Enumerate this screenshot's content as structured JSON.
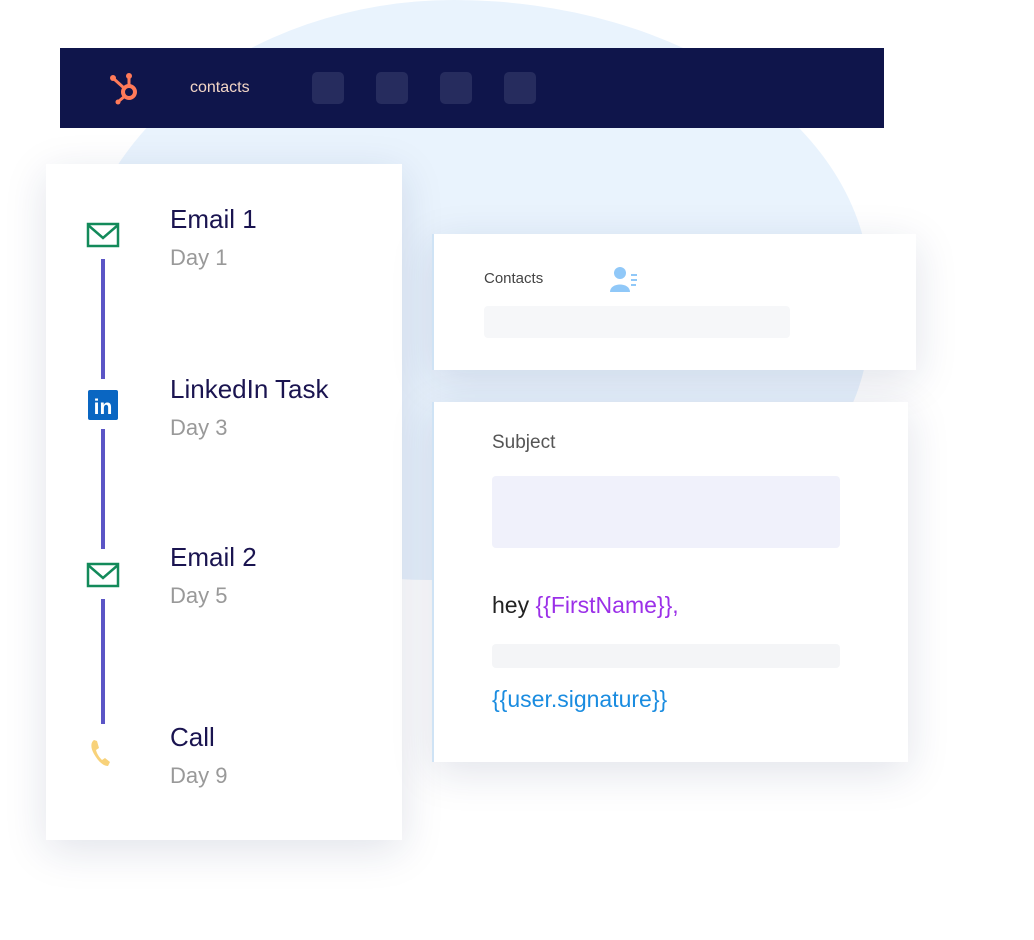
{
  "nav": {
    "label": "contacts"
  },
  "steps": [
    {
      "title": "Email 1",
      "day": "Day 1",
      "icon": "email-icon"
    },
    {
      "title": "LinkedIn Task",
      "day": "Day 3",
      "icon": "linkedin-icon"
    },
    {
      "title": "Email 2",
      "day": "Day 5",
      "icon": "email-icon"
    },
    {
      "title": "Call",
      "day": "Day 9",
      "icon": "phone-icon"
    }
  ],
  "contacts_card": {
    "title": "Contacts"
  },
  "email_card": {
    "subject_label": "Subject",
    "greeting": "hey",
    "first_name_token": "{{FirstName}},",
    "signature_token": "{{user.signature}}"
  },
  "colors": {
    "nav": "#0f154b",
    "accent": "#ff7a59",
    "timeline": "#5b55c6",
    "token_purple": "#9b30e8",
    "token_blue": "#1a8ce0"
  }
}
